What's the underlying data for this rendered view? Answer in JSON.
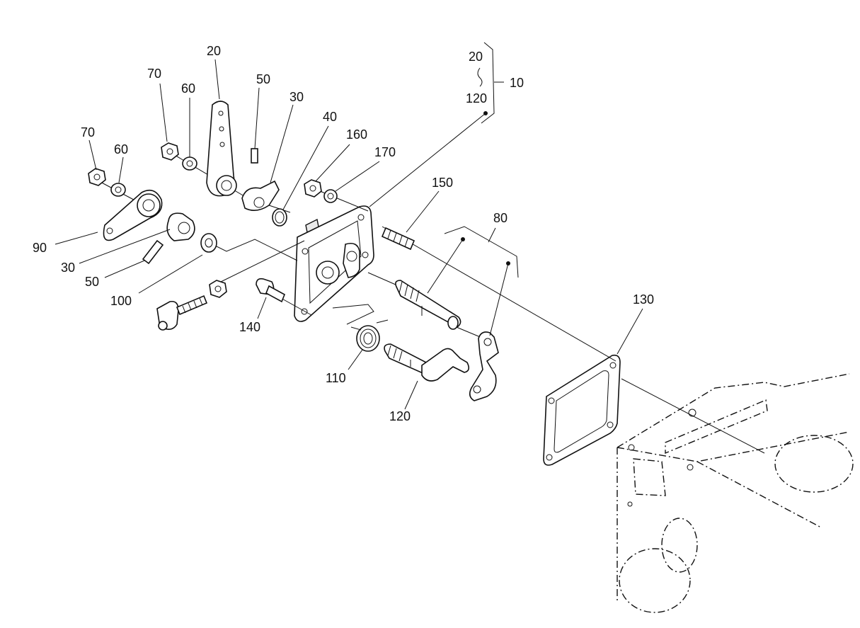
{
  "callouts": {
    "c70a": "70",
    "c60a": "60",
    "c20": "20",
    "c50a": "50",
    "c30a": "30",
    "c40": "40",
    "c160": "160",
    "c170": "170",
    "c70b": "70",
    "c60b": "60",
    "c90": "90",
    "c30b": "30",
    "c50b": "50",
    "c100": "100",
    "c140": "140",
    "c150": "150",
    "c80": "80",
    "c110": "110",
    "c120": "120",
    "c130": "130",
    "kit_top": "20",
    "kit_tilde": "~",
    "kit_bottom": "120",
    "kit_ref": "10"
  }
}
